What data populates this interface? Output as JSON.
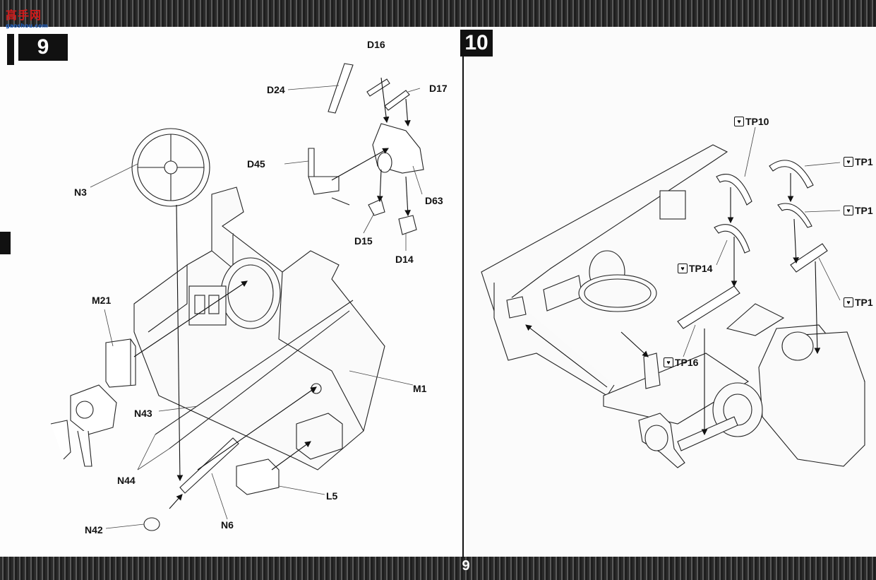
{
  "logo": {
    "text": "高手网",
    "sub": "gaoshou.com"
  },
  "page_number": "9",
  "steps": [
    {
      "number": "9",
      "parts": {
        "d16": "D16",
        "d24": "D24",
        "d17": "D17",
        "d45": "D45",
        "d63": "D63",
        "d15": "D15",
        "d14": "D14",
        "n3": "N3",
        "m21": "M21",
        "m1": "M1",
        "n43": "N43",
        "n44": "N44",
        "l5": "L5",
        "n6": "N6",
        "n42": "N42"
      }
    },
    {
      "number": "10",
      "parts": {
        "tp10": "TP10",
        "tp14": "TP14",
        "tp16": "TP16",
        "tp1_a": "TP1",
        "tp1_b": "TP1",
        "tp1_c": "TP1"
      },
      "photo_etch_icon": "etched-part-icon"
    }
  ]
}
